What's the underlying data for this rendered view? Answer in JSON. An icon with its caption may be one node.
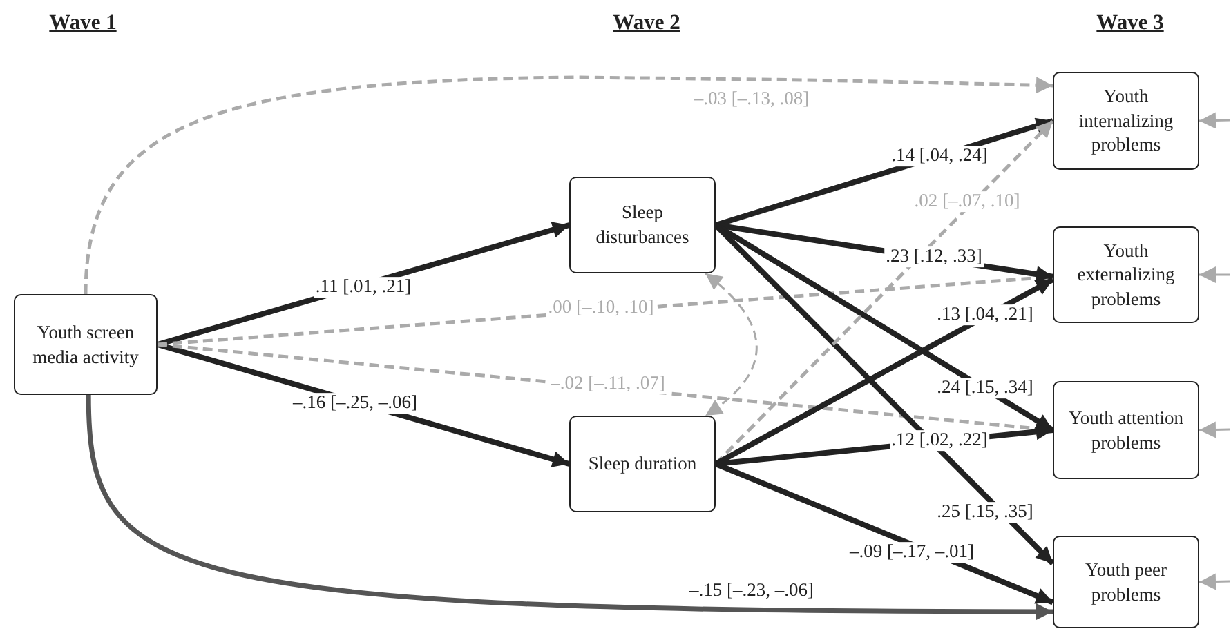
{
  "diagram": {
    "nodes": [
      {
        "text": [
          "Youth screen media activity"
        ]
      },
      {
        "text": [
          "Sleep disturbances"
        ]
      },
      {
        "text": [
          "Sleep duration"
        ]
      },
      {
        "text": [
          "Youth internalizing problems"
        ]
      },
      {
        "text": [
          "Youth externalizing problems"
        ]
      },
      {
        "text": [
          "Youth attention problems"
        ]
      },
      {
        "text": [
          "Youth peer problems"
        ]
      }
    ],
    "edges": [
      {
        "from": 0,
        "to": 1,
        "arrow": "to",
        "label": ".11 [.01, .21]"
      },
      {
        "from": 0,
        "to": 2,
        "arrow": "to",
        "label": "–.16 [–.25, –.06]"
      },
      {
        "from": 0,
        "to": 3,
        "arrow": "to",
        "label": "–.03 [–.13, .08]",
        "style": "dashed",
        "color": "#aaaaaa"
      },
      {
        "from": 0,
        "to": 4,
        "arrow": "to",
        "label": ".00 [–.10, .10]",
        "style": "dashed",
        "color": "#aaaaaa"
      },
      {
        "from": 0,
        "to": 5,
        "arrow": "to",
        "label": "–.02 [–.11, .07]",
        "style": "dashed",
        "color": "#aaaaaa"
      },
      {
        "from": 0,
        "to": 6,
        "arrow": "to",
        "label": "–.15 [–.23, –.06]",
        "color": "#555555"
      },
      {
        "from": 1,
        "to": 3,
        "arrow": "to",
        "label": ".14 [.04, .24]"
      },
      {
        "from": 1,
        "to": 4,
        "arrow": "to",
        "label": ".23 [.12, .33]"
      },
      {
        "from": 1,
        "to": 5,
        "arrow": "to",
        "label": ".24 [.15, .34]"
      },
      {
        "from": 1,
        "to": 6,
        "arrow": "to",
        "label": ".25 [.15, .35]"
      },
      {
        "from": 2,
        "to": 3,
        "arrow": "to",
        "label": ".02 [–.07, .10]",
        "style": "dashed",
        "color": "#aaaaaa"
      },
      {
        "from": 2,
        "to": 4,
        "arrow": "to",
        "label": ".13 [.04, .21]"
      },
      {
        "from": 2,
        "to": 5,
        "arrow": "to",
        "label": ".12 [.02, .22]"
      },
      {
        "from": 2,
        "to": 6,
        "arrow": "to",
        "label": "–.09 [–.17, –.01]"
      },
      {
        "from": 1,
        "to": 2,
        "arrow": "both",
        "style": "dashed",
        "color": "#aaaaaa"
      },
      {
        "from": null,
        "to": 3,
        "arrow": "to",
        "color": "#aaaaaa"
      },
      {
        "from": null,
        "to": 4,
        "arrow": "to",
        "color": "#aaaaaa"
      },
      {
        "from": null,
        "to": 5,
        "arrow": "to",
        "color": "#aaaaaa"
      },
      {
        "from": null,
        "to": 6,
        "arrow": "to",
        "color": "#aaaaaa"
      }
    ],
    "labels": [
      "Wave 1",
      "Wave 2",
      "Wave 3"
    ]
  }
}
